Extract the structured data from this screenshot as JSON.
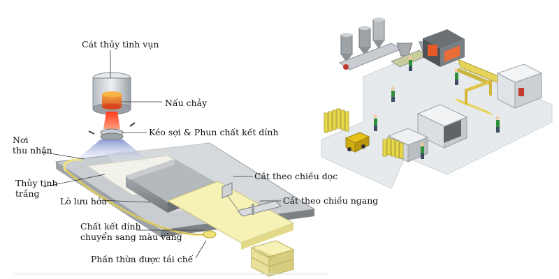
{
  "process_labels": {
    "cullet": "Cát thủy tinh vụn",
    "melting": "Nấu chảy",
    "fiberizing": "Kéo sợi & Phun chất kết dính",
    "collector_line1": "Nơi",
    "collector_line2": "thu nhận",
    "white_glass_line1": "Thủy tinh",
    "white_glass_line2": "trắng",
    "curing_oven": "Lò lưu hóa",
    "binder_line1": "Chất kết dính",
    "binder_line2": "chuyển sang màu vàng",
    "longitudinal_cut": "Cắt theo chiều dọc",
    "cross_cut": "Cắt theo chiều ngang",
    "recycled": "Phần thừa được tái chế"
  },
  "colors": {
    "insulation_yellow": "#f6f1b4",
    "conveyor_gray": "#c8ccd0",
    "oven_gray": "#8c9196",
    "molten_orange": "#e8632a",
    "floor_gray": "#e8ecee",
    "machine_red": "#c0392b",
    "worker_green": "#2f8f3a"
  }
}
